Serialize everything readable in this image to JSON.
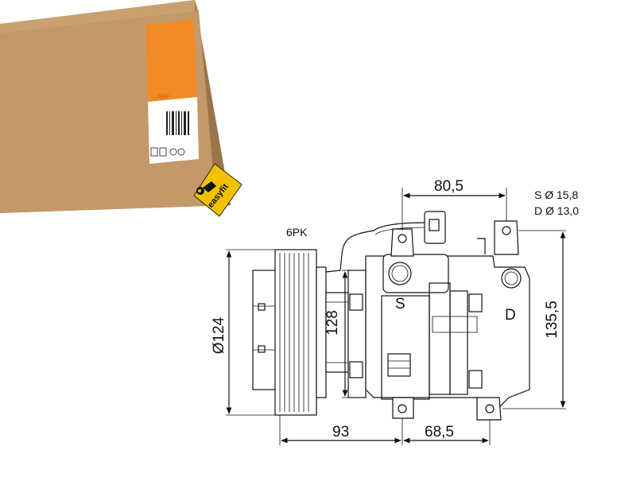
{
  "badge": {
    "text": "easyfit",
    "color": "#f2c200"
  },
  "box": {
    "color": "#c59a6a",
    "stripe_color": "#f08a24",
    "label_text": "NRF"
  },
  "diagram": {
    "belt_label": "6PK",
    "dims": {
      "top_width": "80,5",
      "pulley_diameter": "Ø124",
      "body_height": "128",
      "total_height": "135,5",
      "left_width": "93",
      "right_width": "68,5"
    },
    "ports": {
      "suction_label": "S",
      "discharge_label": "D",
      "suction_spec": "S Ø 15,8",
      "discharge_spec": "D Ø 13,0"
    }
  }
}
